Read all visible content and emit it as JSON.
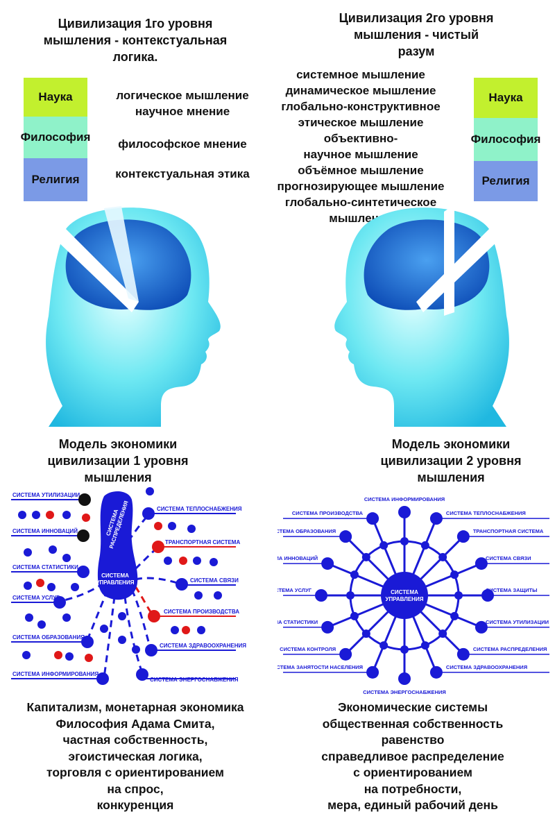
{
  "left": {
    "title": "Цивилизация 1го уровня\nмышления - контекстуальная\nлогика.",
    "boxes": [
      {
        "label": "Наука",
        "color": "#c2f02e"
      },
      {
        "label": "Философия",
        "color": "#8ff2c9"
      },
      {
        "label": "Религия",
        "color": "#7b9ae6"
      }
    ],
    "items": [
      "логическое мышление\nнаучное мнение",
      "философское мнение",
      "контекстуальная этика"
    ],
    "model_title": "Модель экономики\nцивилизации 1 уровня\nмышления",
    "diagram": {
      "center_label": "СИСТЕМА\nУПРАВЛЕНИЯ",
      "blob_label": "СИСТЕМА\nРАСПРЕДЕЛЕНИЯ",
      "systems_left": [
        "СИСТЕМА УТИЛИЗАЦИИ",
        "СИСТЕМА ИННОВАЦИЙ",
        "СИСТЕМА СТАТИСТИКИ",
        "СИСТЕМА УСЛУГ",
        "СИСТЕМА ОБРАЗОВАНИЯ",
        "СИСТЕМА ИНФОРМИРОВАНИЯ"
      ],
      "systems_right": [
        "СИСТЕМА ТЕПЛОСНАБЖЕНИЯ",
        "ТРАНСПОРТНАЯ СИСТЕМА",
        "СИСТЕМА СВЯЗИ",
        "СИСТЕМА ПРОИЗВОДСТВА",
        "СИСТЕМА ЗДРАВООХРАНЕНИЯ",
        "СИСТЕМА ЭНЕРГОСНАБЖЕНИЯ"
      ]
    },
    "bottom": "Капитализм, монетарная экономика\nФилософия Адама Смита,\nчастная собственность,\nэгоистическая логика,\nторговля с ориентированием\nна спрос,\nконкуренция"
  },
  "right": {
    "title": "Цивилизация 2го уровня\nмышления - чистый\nразум",
    "list": "системное мышление\nдинамическое мышление\nглобально-конструктивное\nэтическое мышление\nобъективно-\nнаучное мышление\nобъёмное мышление\nпрогнозирующее мышление\nглобально-синтетическое\nмышление",
    "boxes": [
      {
        "label": "Наука",
        "color": "#c2f02e"
      },
      {
        "label": "Философия",
        "color": "#8ff2c9"
      },
      {
        "label": "Религия",
        "color": "#7b9ae6"
      }
    ],
    "model_title": "Модель экономики\nцивилизации 2 уровня\nмышления",
    "diagram": {
      "center_label": "СИСТЕМА\nУПРАВЛЕНИЯ",
      "spokes": [
        {
          "label": "СИСТЕМА ИНФОРМИРОВАНИЯ",
          "side": "top"
        },
        {
          "label": "СИСТЕМА ТЕПЛОСНАБЖЕНИЯ",
          "side": "right"
        },
        {
          "label": "ТРАНСПОРТНАЯ СИСТЕМА",
          "side": "right"
        },
        {
          "label": "СИСТЕМА СВЯЗИ",
          "side": "right"
        },
        {
          "label": "СИСТЕМА ЗАЩИТЫ",
          "side": "right"
        },
        {
          "label": "СИСТЕМА УТИЛИЗАЦИИ",
          "side": "right"
        },
        {
          "label": "СИСТЕМА РАСПРЕДЕЛЕНИЯ",
          "side": "right"
        },
        {
          "label": "СИСТЕМА ЗДРАВООХРАНЕНИЯ",
          "side": "right"
        },
        {
          "label": "СИСТЕМА ЭНЕРГОСНАБЖЕНИЯ",
          "side": "bottom"
        },
        {
          "label": "СИСТЕМА ЗАНЯТОСТИ НАСЕЛЕНИЯ",
          "side": "left"
        },
        {
          "label": "СИСТЕМА КОНТРОЛЯ",
          "side": "left"
        },
        {
          "label": "СИСТЕМА СТАТИСТИКИ",
          "side": "left"
        },
        {
          "label": "СИСТЕМА УСЛУГ",
          "side": "left"
        },
        {
          "label": "СИСТЕМА ИННОВАЦИЙ",
          "side": "left"
        },
        {
          "label": "СИСТЕМА ОБРАЗОВАНИЯ",
          "side": "left"
        },
        {
          "label": "СИСТЕМА ПРОИЗВОДСТВА",
          "side": "left"
        }
      ]
    },
    "bottom": "Экономические системы\nобщественная собственность\nравенство\nсправедливое распределение\nс ориентированием\nна потребности,\nмера, единый рабочий день"
  },
  "colors": {
    "diagram_blue": "#1a1ad6",
    "red": "#e01818",
    "head_cyan": "#5fe6f0",
    "brain_blue": "#1f6fd8"
  }
}
